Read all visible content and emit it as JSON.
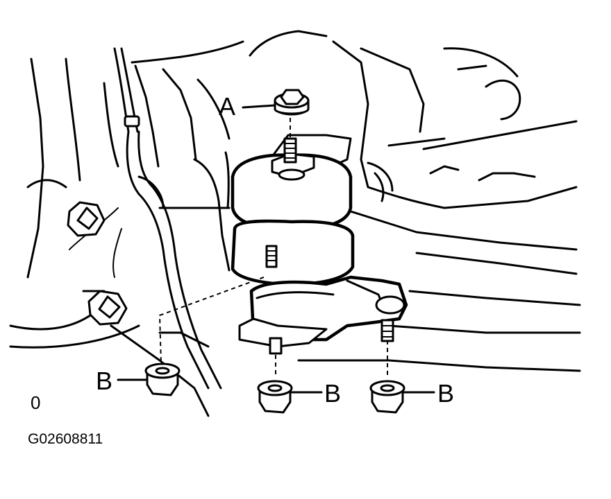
{
  "labels": {
    "a": "A",
    "b_left": "B",
    "b_center": "B",
    "b_right": "B",
    "corner": "0",
    "figure_code": "G02608811"
  }
}
